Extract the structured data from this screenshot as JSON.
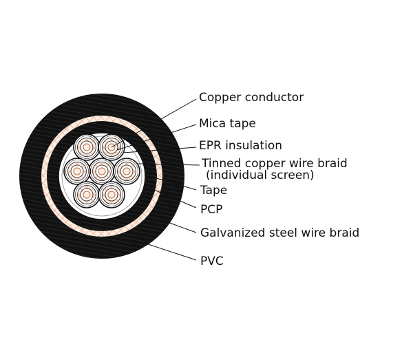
{
  "colors": {
    "jacket": "#111111",
    "braid": "#e8a080",
    "tape_bg": "#fbeee4",
    "copper": "#c87b4a",
    "leader": "#111111"
  },
  "labels": {
    "copper_conductor": "Copper conductor",
    "mica_tape": "Mica tape",
    "epr_insulation": "EPR insulation",
    "tinned_braid_line1": "Tinned copper wire braid",
    "tinned_braid_line2": "(individual screen)",
    "tape": "Tape",
    "pcp": "PCP",
    "galvanized_braid": "Galvanized steel wire braid",
    "pvc": "PVC"
  }
}
